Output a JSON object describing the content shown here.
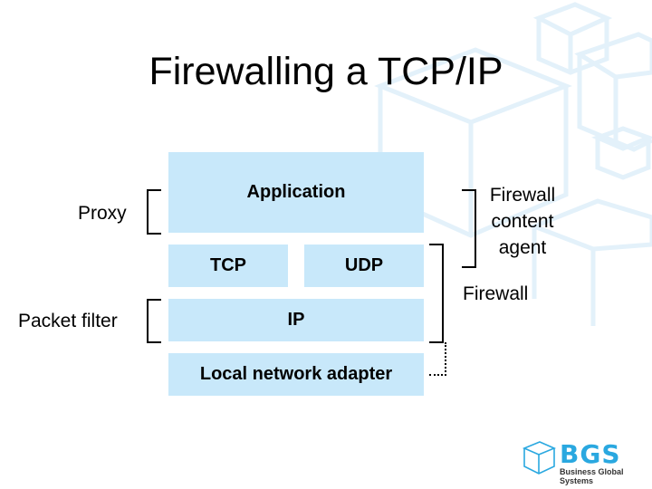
{
  "title": "Firewalling a TCP/IP",
  "stack": {
    "application": "Application",
    "tcp": "TCP",
    "udp": "UDP",
    "ip": "IP",
    "adapter": "Local network adapter"
  },
  "labels": {
    "proxy": "Proxy",
    "packet_filter": "Packet filter",
    "firewall_content_agent": [
      "Firewall",
      "content",
      "agent"
    ],
    "firewall": "Firewall"
  },
  "logo": {
    "name": "BGS",
    "subtitle": "Business Global Systems",
    "icon": "cube-icon"
  },
  "colors": {
    "box_fill": "#c8e8fa",
    "logo_blue": "#2aa8e0",
    "background_cubes": "#e3f1fa"
  }
}
